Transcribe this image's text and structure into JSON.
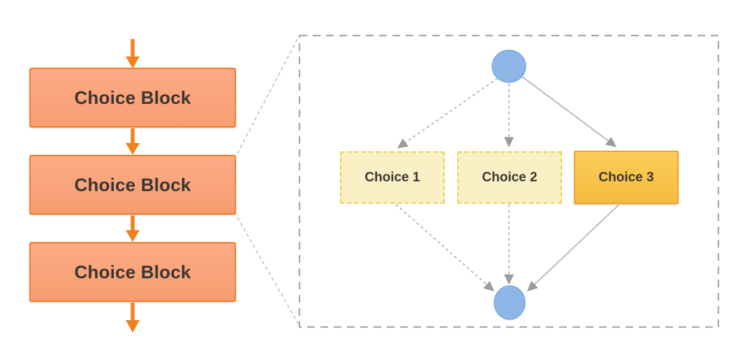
{
  "diagram": {
    "left_flow": {
      "blocks": [
        {
          "label": "Choice Block"
        },
        {
          "label": "Choice Block"
        },
        {
          "label": "Choice Block"
        }
      ]
    },
    "detail_view": {
      "choices": [
        {
          "label": "Choice 1",
          "border_style": "dashed"
        },
        {
          "label": "Choice 2",
          "border_style": "dashed"
        },
        {
          "label": "Choice 3",
          "border_style": "solid"
        }
      ]
    }
  },
  "colors": {
    "block_fill_top": "#fbab86",
    "block_fill_bottom": "#f89d72",
    "block_border": "#ef7d2b",
    "flow_arrow": "#f0821e",
    "callout_line": "#b3b3b3",
    "detail_boundary": "#a8a8a8",
    "node_fill": "#8db6e7",
    "node_stroke": "#7aa7dc",
    "choice_soft_fill": "#faf0c5",
    "choice_soft_border": "#e5cf4a",
    "choice_solid_fill": "#f9c64c",
    "choice_solid_border": "#e9a43d",
    "edge_dashed": "#ababab",
    "edge_solid": "#b5b5b5",
    "edge_arrowhead": "#9c9c9c",
    "text": "#3a3632"
  }
}
